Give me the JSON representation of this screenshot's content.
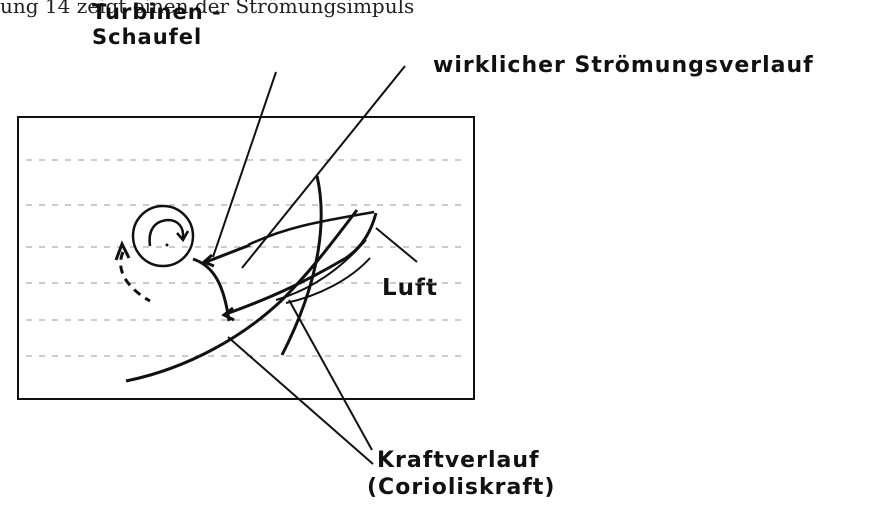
{
  "header_cut_text": "ung 14 zeigt einen der Strömungsimpuls",
  "labels": {
    "turbinen_line1": "Turbinen -",
    "turbinen_line2": "Schaufel",
    "stroemung": "wirklicher Strömungsverlauf",
    "luft": "Luft",
    "kraft_line1": "Kraftverlauf",
    "kraft_line2": "(Corioliskraft)"
  },
  "colors": {
    "ink": "#111111",
    "guide": "#9a9a9a",
    "paper": "#ffffff"
  },
  "icons": {
    "rotation": "curved-arrow-icon"
  }
}
